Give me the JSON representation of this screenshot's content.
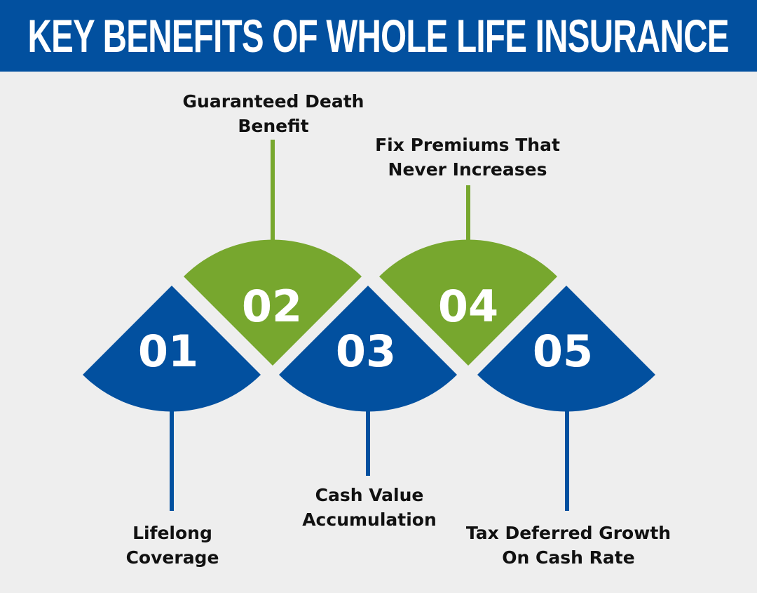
{
  "header": {
    "title": "KEY BENEFITS OF WHOLE LIFE INSURANCE"
  },
  "colors": {
    "blue": "#02509f",
    "green": "#77a72e",
    "background": "#eeeeee",
    "text": "#111111"
  },
  "steps": [
    {
      "number": "01",
      "label_line1": "Lifelong",
      "label_line2": "Coverage",
      "color": "blue",
      "position": "bottom"
    },
    {
      "number": "02",
      "label_line1": "Guaranteed Death",
      "label_line2": "Benefit",
      "color": "green",
      "position": "top"
    },
    {
      "number": "03",
      "label_line1": "Cash Value",
      "label_line2": "Accumulation",
      "color": "blue",
      "position": "bottom"
    },
    {
      "number": "04",
      "label_line1": "Fix Premiums That",
      "label_line2": "Never Increases",
      "color": "green",
      "position": "top"
    },
    {
      "number": "05",
      "label_line1": "Tax Deferred Growth",
      "label_line2": "On Cash Rate",
      "color": "blue",
      "position": "bottom"
    }
  ]
}
